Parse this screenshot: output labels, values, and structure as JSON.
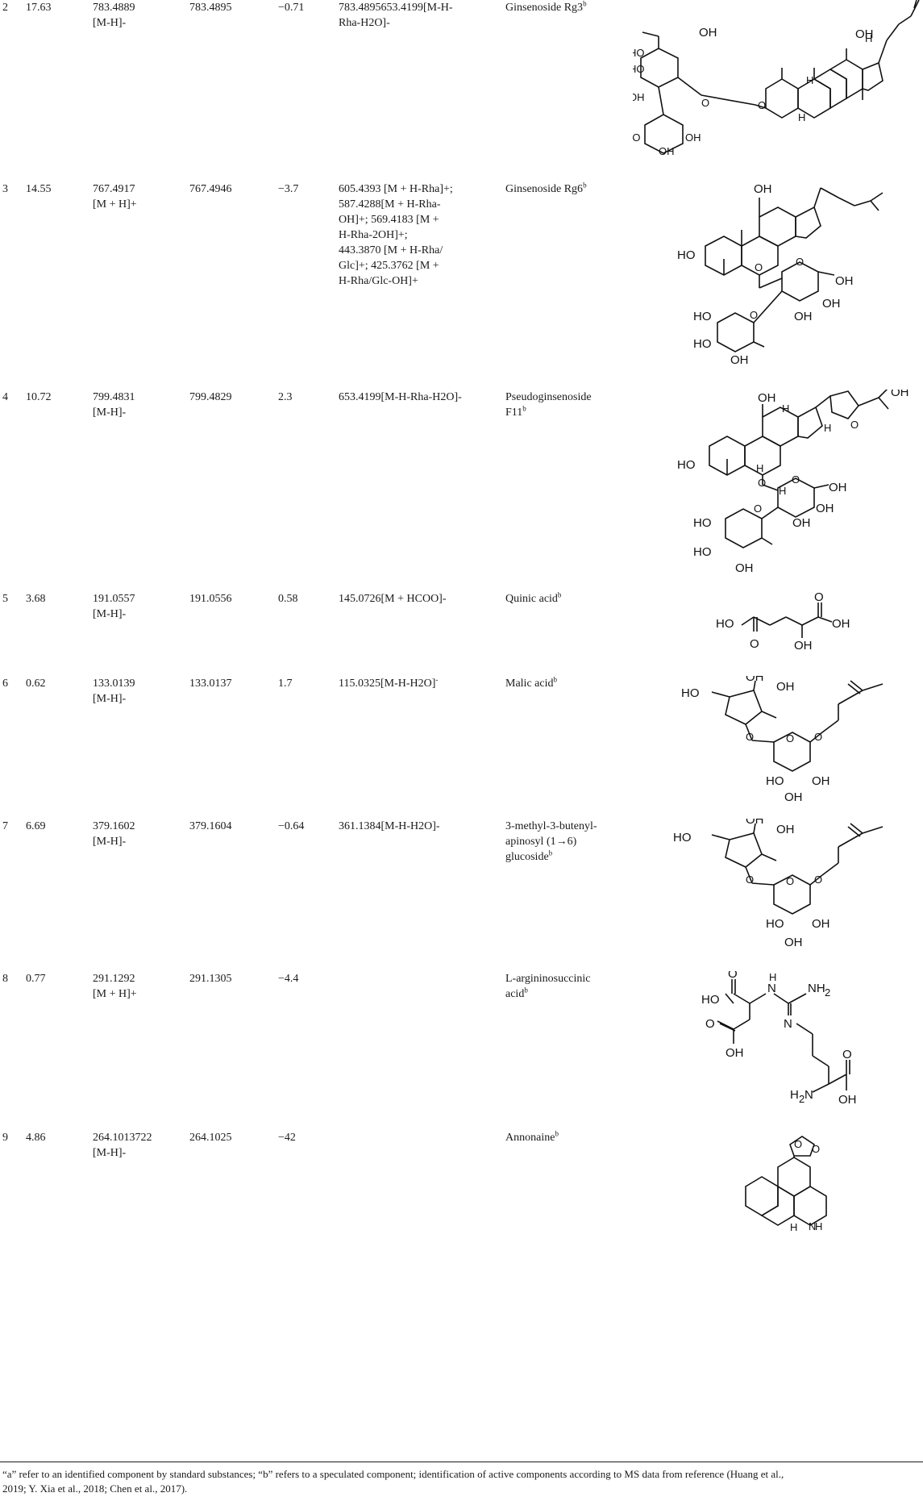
{
  "rows": [
    {
      "no": "2",
      "rt": "17.63",
      "mz": [
        "783.4889",
        "[M-H]-"
      ],
      "theoretical": "783.4895",
      "error": "−0.71",
      "fragments": [
        "783.4895653.4199[M-H-",
        "Rha-H2O]-"
      ],
      "name": [
        "Ginsenoside Rg3"
      ],
      "mark": "b",
      "structure_icon": "ginsenoside-rg3-structure"
    },
    {
      "no": "3",
      "rt": "14.55",
      "mz": [
        "767.4917",
        "[M + H]+"
      ],
      "theoretical": "767.4946",
      "error": "−3.7",
      "fragments": [
        "605.4393 [M + H-Rha]+;",
        "587.4288[M + H-Rha-",
        "OH]+; 569.4183 [M +",
        "H-Rha-2OH]+;",
        "443.3870 [M + H-Rha/",
        "Glc]+; 425.3762 [M +",
        "H-Rha/Glc-OH]+"
      ],
      "name": [
        "Ginsenoside Rg6"
      ],
      "mark": "b",
      "structure_icon": "ginsenoside-rg6-structure"
    },
    {
      "no": "4",
      "rt": "10.72",
      "mz": [
        "799.4831",
        "[M-H]-"
      ],
      "theoretical": "799.4829",
      "error": "2.3",
      "fragments": [
        "653.4199[M-H-Rha-H2O]-"
      ],
      "name": [
        "Pseudoginsenoside",
        "F11"
      ],
      "mark": "b",
      "structure_icon": "pseudoginsenoside-f11-structure"
    },
    {
      "no": "5",
      "rt": "3.68",
      "mz": [
        "191.0557",
        "[M-H]-"
      ],
      "theoretical": "191.0556",
      "error": "0.58",
      "fragments": [
        "145.0726[M + HCOO]-"
      ],
      "name": [
        "Quinic acid"
      ],
      "mark": "b",
      "structure_icon": "quinic-acid-structure"
    },
    {
      "no": "6",
      "rt": "0.62",
      "mz": [
        "133.0139",
        "[M-H]-"
      ],
      "theoretical": "133.0137",
      "error": "1.7",
      "fragments": [
        "115.0325[M-H-H2O]"
      ],
      "fragment_sup": "-",
      "name": [
        "Malic acid"
      ],
      "mark": "b",
      "structure_icon": "malic-acid-structure"
    },
    {
      "no": "7",
      "rt": "6.69",
      "mz": [
        "379.1602",
        "[M-H]-"
      ],
      "theoretical": "379.1604",
      "error": "−0.64",
      "fragments": [
        "361.1384[M-H-H2O]-"
      ],
      "name": [
        "3-methyl-3-butenyl-",
        "apinosyl (1→6)",
        "glucoside"
      ],
      "mark": "b",
      "structure_icon": "methylbutenyl-apinosyl-glucoside-structure"
    },
    {
      "no": "8",
      "rt": "0.77",
      "mz": [
        "291.1292",
        "[M + H]+"
      ],
      "theoretical": "291.1305",
      "error": "−4.4",
      "fragments": [
        ""
      ],
      "name": [
        "L-argininosuccinic",
        "acid"
      ],
      "mark": "b",
      "structure_icon": "argininosuccinic-acid-structure"
    },
    {
      "no": "9",
      "rt": "4.86",
      "mz": [
        "264.1013722",
        "[M-H]-"
      ],
      "theoretical": "264.1025",
      "error": "−42",
      "fragments": [
        ""
      ],
      "name": [
        "Annonaine"
      ],
      "mark": "b",
      "structure_icon": "annonaine-structure"
    }
  ],
  "footnote": [
    "“a” refer to an identified component by standard substances; “b” refers to a speculated component; identification of active components according to MS data from reference (Huang et al.,",
    "2019; Y. Xia et al., 2018; Chen et al., 2017)."
  ],
  "atom_labels": {
    "oh": "OH",
    "ho": "HO",
    "h": "H",
    "o": "O",
    "n": "N",
    "nh2": "NH",
    "nh2_sub": "2",
    "h2n": "H",
    "h2n_sub": "2",
    "hn": "N",
    "nh_h": "H"
  }
}
